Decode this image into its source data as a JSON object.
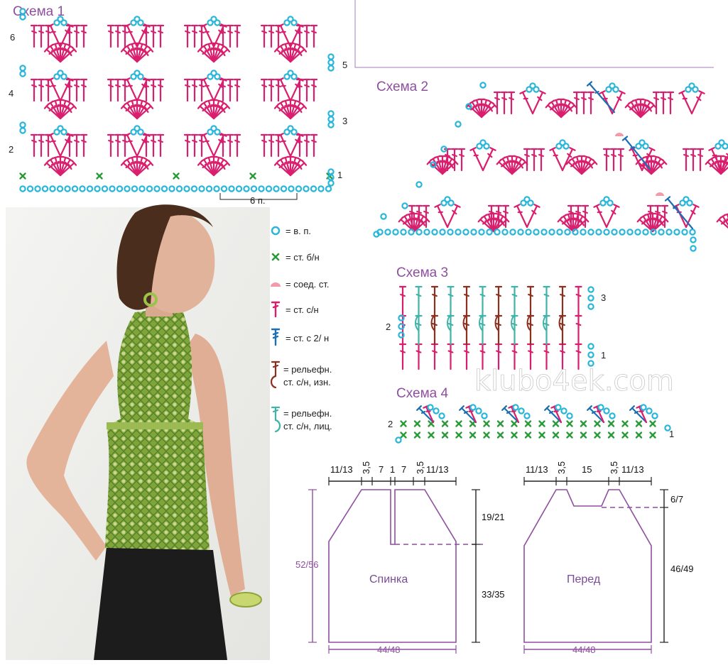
{
  "schemes": {
    "s1": "Схема 1",
    "s2": "Схема 2",
    "s3": "Схема 3",
    "s4": "Схема 4"
  },
  "scheme1_rows": [
    "1",
    "2",
    "3",
    "4",
    "5",
    "6"
  ],
  "scheme1_repeat": "6 п.",
  "scheme3_rows": [
    "1",
    "2",
    "3"
  ],
  "scheme4_rows": [
    "1",
    "2"
  ],
  "legend": [
    {
      "symbol": "ch-circle-icon",
      "text": "= в. п."
    },
    {
      "symbol": "sc-cross-icon",
      "text": "= ст. б/н"
    },
    {
      "symbol": "slip-dome-icon",
      "text": "= соед. ст."
    },
    {
      "symbol": "dc-stitch-icon",
      "text": "= ст. с/н"
    },
    {
      "symbol": "tr-stitch-icon",
      "text": "= ст. с 2/ н"
    },
    {
      "symbol": "back-post-icon",
      "text": "= рельефн.",
      "text2": "ст. с/н, изн."
    },
    {
      "symbol": "front-post-icon",
      "text": "= рельефн.",
      "text2": "ст. с/н, лиц."
    }
  ],
  "watermark": "klubo4ek.com",
  "back": {
    "name": "Спинка",
    "top_dims": [
      "11/13",
      "3,5",
      "7",
      "1",
      "7",
      "3,5",
      "11/13"
    ],
    "height": "52/56",
    "armhole": "19/21",
    "lower": "33/35",
    "width": "44/48"
  },
  "front": {
    "name": "Перед",
    "top_dims": [
      "11/13",
      "3,5",
      "15",
      "3,5",
      "11/13"
    ],
    "neck": "6/7",
    "height": "46/49",
    "width": "44/48"
  },
  "colors": {
    "chain": "#29b6d8",
    "stitch": "#d81e6d",
    "sc": "#2a9a3a",
    "treble": "#1d6fb3",
    "post_back": "#8c2f1e",
    "post_front": "#3fb3a8",
    "accent": "#8e4f9f",
    "slip": "#f29aa8"
  }
}
